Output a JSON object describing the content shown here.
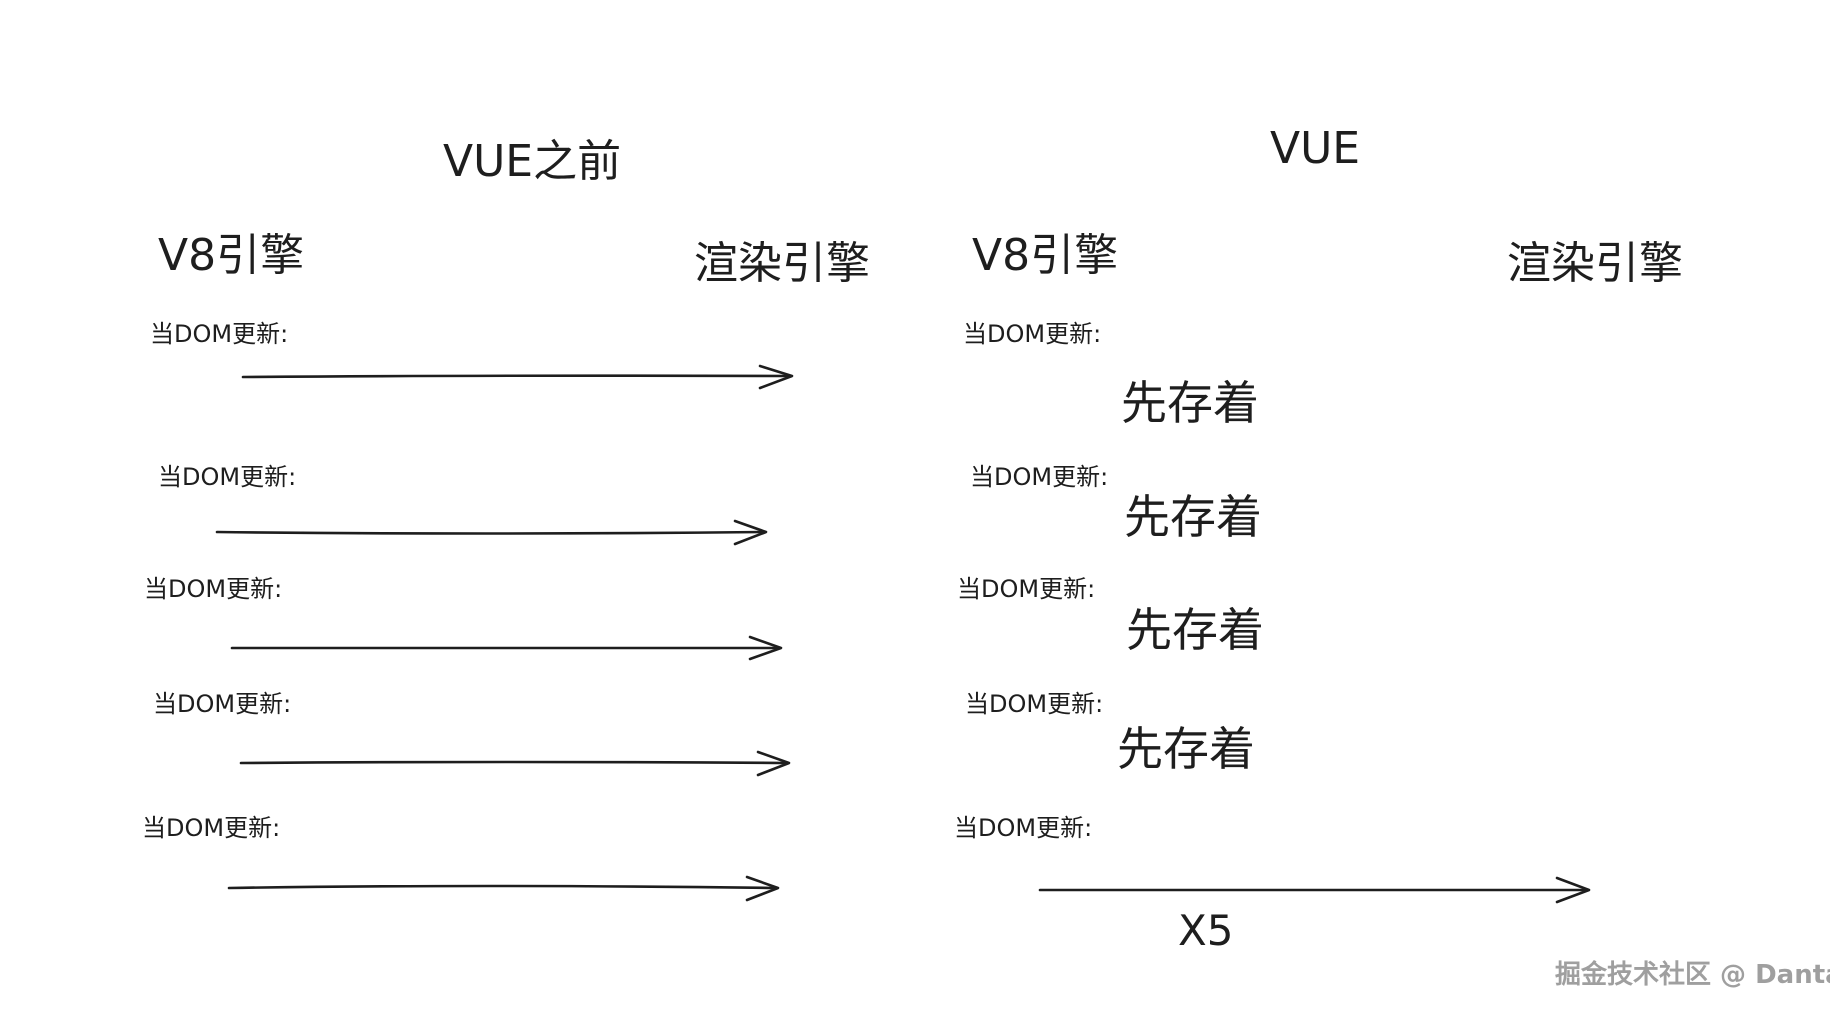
{
  "left": {
    "title": "VUE之前",
    "source": "V8引擎",
    "target": "渲染引擎",
    "events": [
      {
        "label": "当DOM更新:"
      },
      {
        "label": "当DOM更新:"
      },
      {
        "label": "当DOM更新:"
      },
      {
        "label": "当DOM更新:"
      },
      {
        "label": "当DOM更新:"
      }
    ]
  },
  "right": {
    "title": "VUE",
    "source": "V8引擎",
    "target": "渲染引擎",
    "events": [
      {
        "label": "当DOM更新:",
        "action": "先存着"
      },
      {
        "label": "当DOM更新:",
        "action": "先存着"
      },
      {
        "label": "当DOM更新:",
        "action": "先存着"
      },
      {
        "label": "当DOM更新:",
        "action": "先存着"
      },
      {
        "label": "当DOM更新:"
      }
    ],
    "batch_label": "X5"
  },
  "watermark": "掘金技术社区 @ Danta"
}
